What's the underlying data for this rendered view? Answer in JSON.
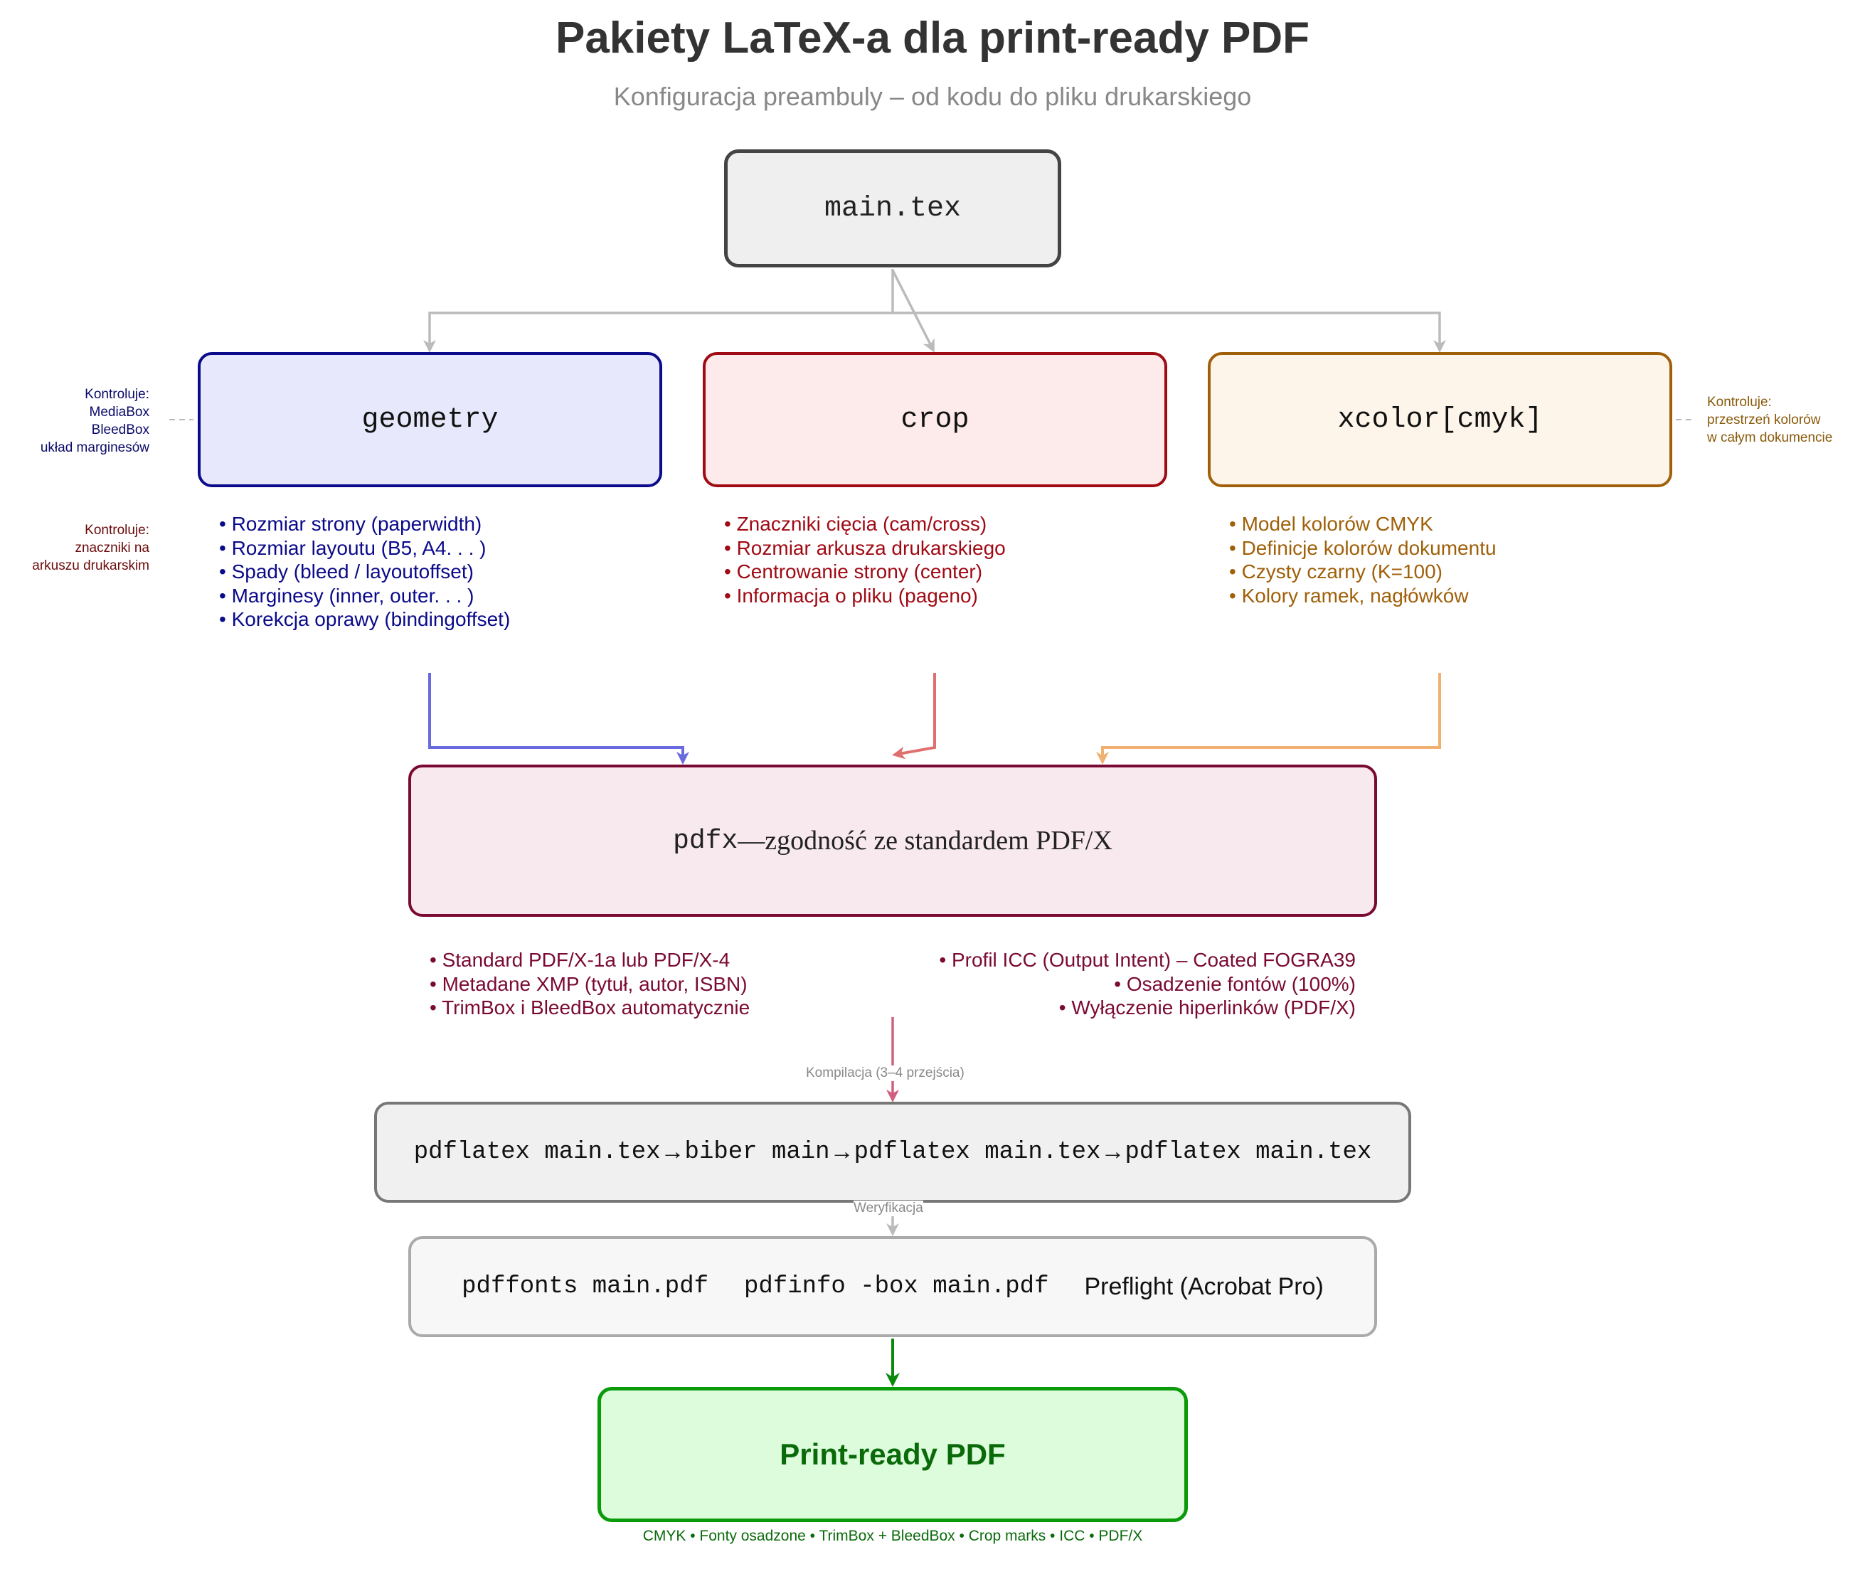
{
  "title": "Pakiety LaTeX-a dla print-ready PDF",
  "subtitle": "Konfiguracja preambuly – od kodu do pliku drukarskiego",
  "root": {
    "label": "main.tex"
  },
  "packages": [
    {
      "name": "geometry",
      "color": "#0a0a8a",
      "items": [
        "• Rozmiar strony (paperwidth)",
        "• Rozmiar layoutu (B5, A4. . . )",
        "• Spady (bleed / layoutoffset)",
        "• Marginesy (inner, outer. . . )",
        "• Korekcja oprawy (bindingoffset)"
      ]
    },
    {
      "name": "crop",
      "color": "#a00a14",
      "items": [
        "• Znaczniki cięcia (cam/cross)",
        "• Rozmiar arkusza drukarskiego",
        "• Centrowanie strony (center)",
        "• Informacja o pliku (pageno)"
      ]
    },
    {
      "name": "xcolor[cmyk]",
      "color": "#a0600a",
      "items": [
        "• Model kolorów CMYK",
        "• Definicje kolorów dokumentu",
        "• Czysty czarny (K=100)",
        "• Kolory ramek, nagłówków"
      ]
    }
  ],
  "side_notes": {
    "geometry": [
      "Kontroluje:",
      "MediaBox",
      "BleedBox",
      "układ marginesów"
    ],
    "crop": [
      "Kontroluje:",
      "znaczniki na",
      "arkuszu drukarskim"
    ],
    "xcolor": [
      "Kontroluje:",
      "przestrzeń kolorów",
      "w całym dokumencie"
    ]
  },
  "pdfx": {
    "name": "pdfx",
    "dash": " — ",
    "desc": "zgodność ze standardem PDF/X",
    "color": "#7a0a33",
    "items_left": [
      "• Standard PDF/X-1a lub PDF/X-4",
      "• Metadane XMP (tytuł, autor, ISBN)",
      "• TrimBox i BleedBox automatycznie"
    ],
    "items_right": [
      "• Profil ICC (Output Intent) – Coated FOGRA39",
      "• Osadzenie fontów (100%)",
      "• Wyłączenie hiperlinków (PDF/X)"
    ]
  },
  "compile": {
    "label": "Kompilacja (3–4 przejścia)",
    "steps": [
      "pdflatex main.tex",
      "biber main",
      "pdflatex main.tex",
      "pdflatex main.tex"
    ],
    "separator": " → "
  },
  "verify": {
    "label": "Weryfikacja",
    "tools": [
      "pdffonts main.pdf",
      "pdfinfo -box main.pdf",
      "Preflight (Acrobat Pro)"
    ]
  },
  "output": {
    "label": "Print-ready PDF",
    "features": "CMYK • Fonty osadzone • TrimBox + BleedBox • Crop marks • ICC • PDF/X"
  },
  "colors": {
    "geometry_arrow": "#6a6ae0",
    "crop_arrow": "#e07070",
    "xcolor_arrow": "#f0b070",
    "pdfx_arrow": "#d06080",
    "output_arrow": "#0a8a0a",
    "neutral_arrow": "#bbbbbb"
  }
}
